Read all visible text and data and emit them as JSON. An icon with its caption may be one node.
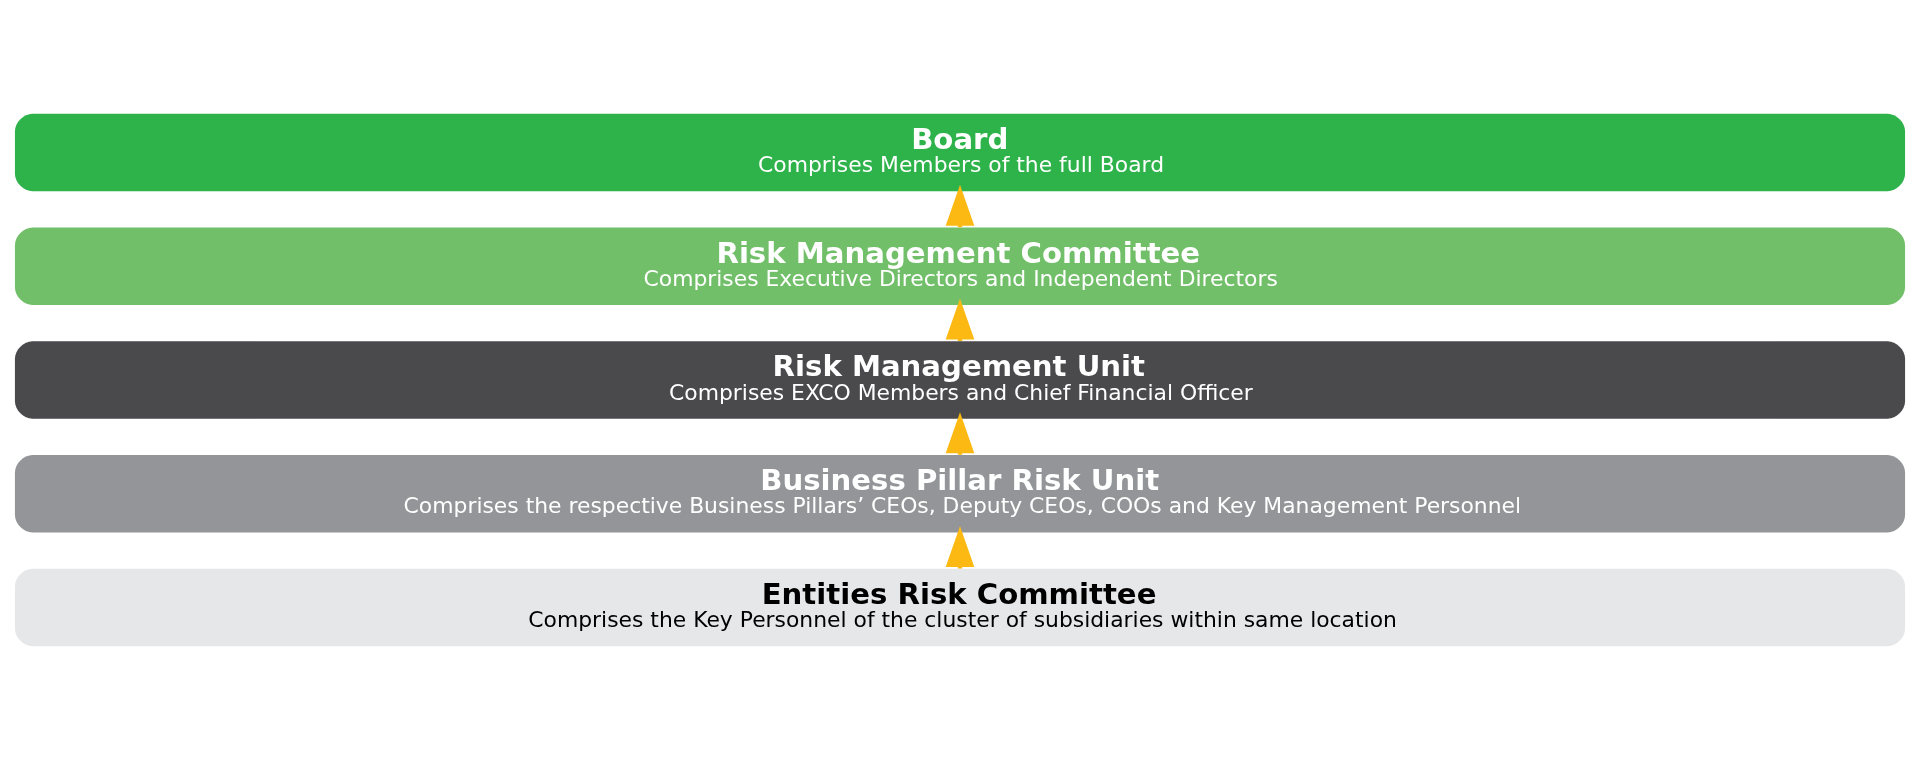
{
  "diagram": {
    "nodes": [
      {
        "text": [
          "Board",
          "Comprises Members of the full Board"
        ]
      },
      {
        "text": [
          "Risk Management Committee",
          "Comprises Executive Directors and Independent Directors"
        ]
      },
      {
        "text": [
          "Risk Management Unit",
          "Comprises EXCO Members and Chief Financial Officer"
        ]
      },
      {
        "text": [
          "Business Pillar Risk Unit",
          "Comprises the respective Business Pillars’ CEOs, Deputy CEOs, COOs and Key Management Personnel"
        ]
      },
      {
        "text": [
          "Entities Risk Committee",
          "Comprises the Key Personnel of the cluster of subsidiaries within same location"
        ]
      }
    ],
    "edges": [
      {
        "from": 1,
        "to": 0,
        "arrow": "to"
      },
      {
        "from": 2,
        "to": 1,
        "arrow": "to"
      },
      {
        "from": 3,
        "to": 2,
        "arrow": "to"
      },
      {
        "from": 4,
        "to": 3,
        "arrow": "to"
      }
    ]
  }
}
